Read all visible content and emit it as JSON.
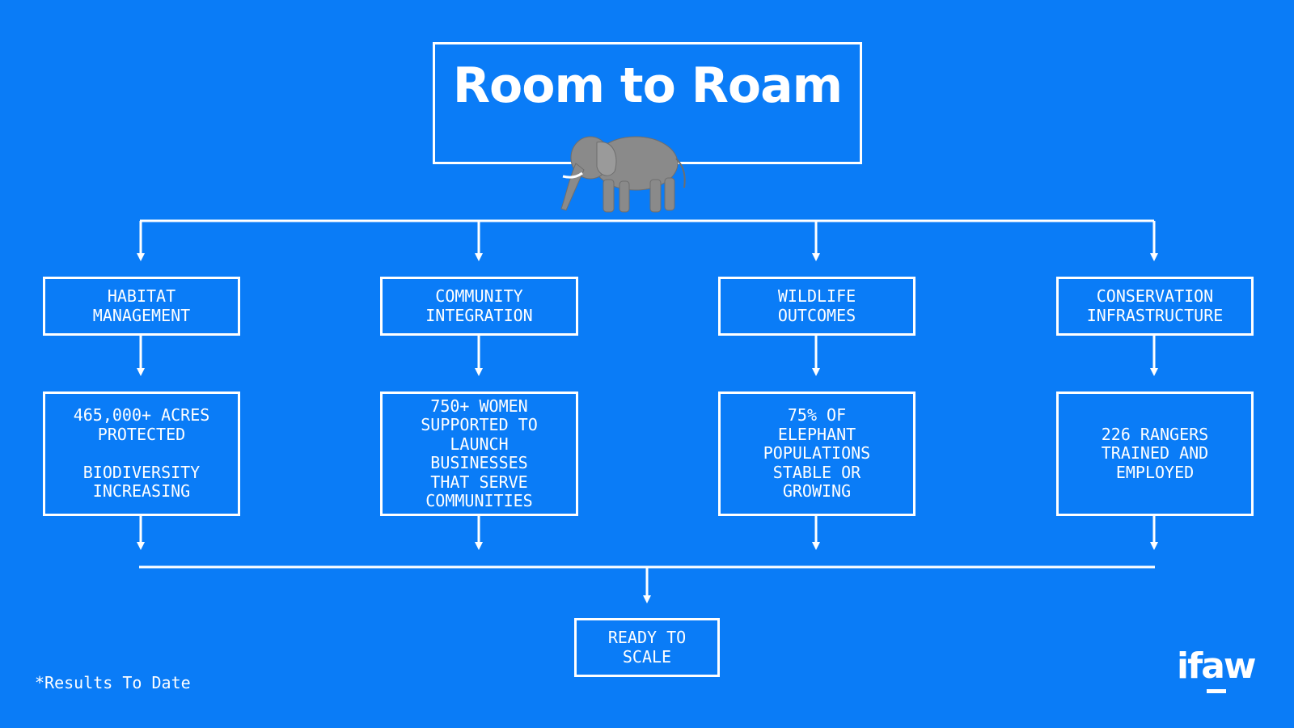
{
  "title": "Room to Roam",
  "categories": [
    {
      "heading": "HABITAT\nMANAGEMENT",
      "result": "465,000+ ACRES\nPROTECTED\n\nBIODIVERSITY\nINCREASING"
    },
    {
      "heading": "COMMUNITY\nINTEGRATION",
      "result": "750+ WOMEN\nSUPPORTED TO\nLAUNCH\nBUSINESSES\nTHAT SERVE\nCOMMUNITIES"
    },
    {
      "heading": "WILDLIFE\nOUTCOMES",
      "result": "75% OF\nELEPHANT\nPOPULATIONS\nSTABLE OR\nGROWING"
    },
    {
      "heading": "CONSERVATION\nINFRASTRUCTURE",
      "result": "226 RANGERS\nTRAINED AND\nEMPLOYED"
    }
  ],
  "outcome": "READY TO\nSCALE",
  "footnote": "*Results To Date",
  "logo": "ifaw",
  "colors": {
    "background": "#0a7cf7",
    "foreground": "#ffffff",
    "elephant": "#8a8a8a"
  },
  "icons": {
    "mascot": "elephant-icon"
  }
}
